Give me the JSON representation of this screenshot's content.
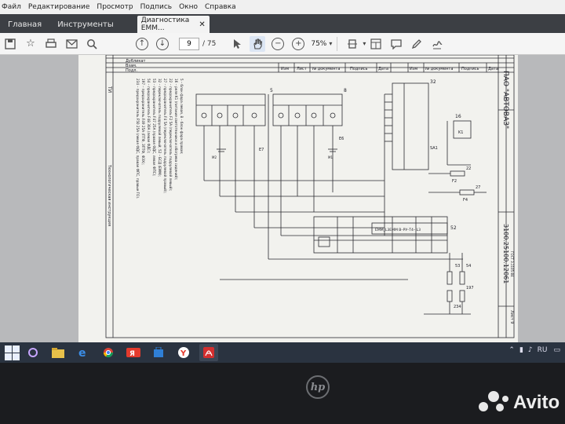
{
  "menu": [
    "Файл",
    "Редактирование",
    "Просмотр",
    "Подпись",
    "Окно",
    "Справка"
  ],
  "tabs": [
    {
      "label": "Главная"
    },
    {
      "label": "Инструменты"
    },
    {
      "label": "Диагностика EMM..."
    }
  ],
  "toolbar": {
    "page_current": "9",
    "page_total": "/ 75",
    "zoom": "75%"
  },
  "title_block": {
    "org": "ПАО \"АВТОВАЗ\"",
    "doc_number": "3100.25100.12061",
    "sheet": "Лист 9",
    "tech": "Технологическая инструкция",
    "ti": "ТИ",
    "gost": "ГОСТ 3.1105-84",
    "dubl": "Дубликат",
    "vzam": "Взам.",
    "podl": "Подл.",
    "rev_headers": [
      "Изм",
      "Лист",
      "№ документа",
      "Подпись",
      "Дата"
    ]
  },
  "notes": [
    "5 – блок-фара левая, 8 – блок-фара правая;",
    "16 – реле K1 (питание светотехники и обогрева сидений);",
    "22 – предохранитель F2 5А (переключатель подрулевой левый);",
    "27 – предохранитель F4 5А (переключатель подрулевой правый);",
    "32 – переключатель подрулевой левый; 52 – БСД (ЕММ);",
    "53 – предохранитель F47 25А (правая ФДС, левая ФПС);",
    "54 – предохранитель F48 30А (левая ФДС);",
    "197 – предохранитель F49 25А (ПТФ, ЗПТФ, ФЗХ);",
    "234 – предохранитель F50 25А (левая ФДС, правая ФПС, правые ГО)."
  ],
  "schematic_labels": {
    "n5": "5",
    "n8": "8",
    "n16": "16",
    "n22": "22",
    "n27": "27",
    "n32": "32",
    "n52": "52",
    "n53": "53",
    "n54": "54",
    "n197": "197",
    "n234": "234",
    "k1": "K1",
    "sa1": "SA1",
    "f2": "F2",
    "f4": "F4",
    "e7": "E7",
    "e6": "E6",
    "m1": "M1",
    "m2": "M2",
    "ecu": "ЕММ_L3ЕММ В–РУ–Т4– L3"
  },
  "tray": {
    "lang": "RU"
  },
  "bezel": {
    "logo": "hp"
  },
  "watermark": {
    "text": "Avito"
  },
  "colors": {
    "screen_bg": "#d9dadb",
    "taskbar": "#2a3340",
    "paper": "#f2f2ee",
    "tab_dark": "#3c3f44"
  }
}
